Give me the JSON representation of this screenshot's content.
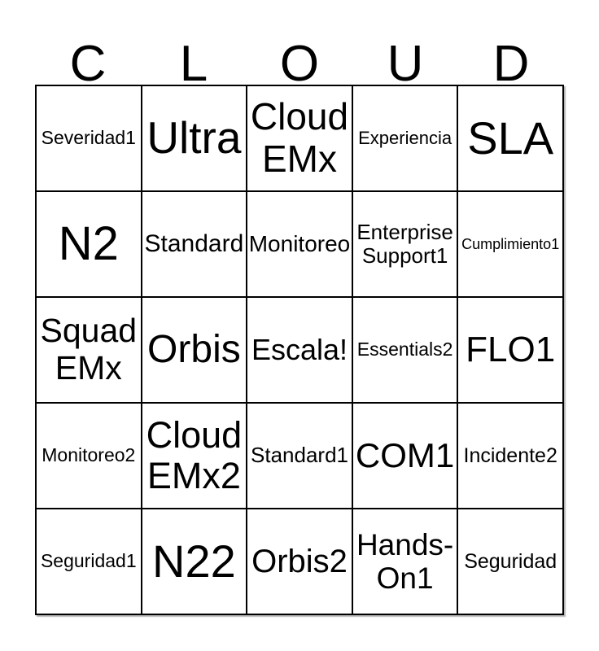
{
  "card_title": "CLOUD",
  "header": {
    "letters": [
      "C",
      "L",
      "O",
      "U",
      "D"
    ]
  },
  "grid": {
    "rows": [
      [
        {
          "label": "Severidad1"
        },
        {
          "label": "Ultra"
        },
        {
          "label": "Cloud EMx"
        },
        {
          "label": "Experiencia"
        },
        {
          "label": "SLA"
        }
      ],
      [
        {
          "label": "N2"
        },
        {
          "label": "Standard"
        },
        {
          "label": "Monitoreo"
        },
        {
          "label": "Enterprise Support1"
        },
        {
          "label": "Cumplimiento1"
        }
      ],
      [
        {
          "label": "Squad EMx"
        },
        {
          "label": "Orbis"
        },
        {
          "label": "Escala!"
        },
        {
          "label": "Essentials2"
        },
        {
          "label": "FLO1"
        }
      ],
      [
        {
          "label": "Monitoreo2"
        },
        {
          "label": "Cloud EMx2"
        },
        {
          "label": "Standard1"
        },
        {
          "label": "COM1"
        },
        {
          "label": "Incidente2"
        }
      ],
      [
        {
          "label": "Seguridad1"
        },
        {
          "label": "N22"
        },
        {
          "label": "Orbis2"
        },
        {
          "label": "Hands-On1"
        },
        {
          "label": "Seguridad"
        }
      ]
    ]
  },
  "colors": {
    "background": "#ffffff",
    "grid_lines": "#000000",
    "text": "#000000"
  }
}
